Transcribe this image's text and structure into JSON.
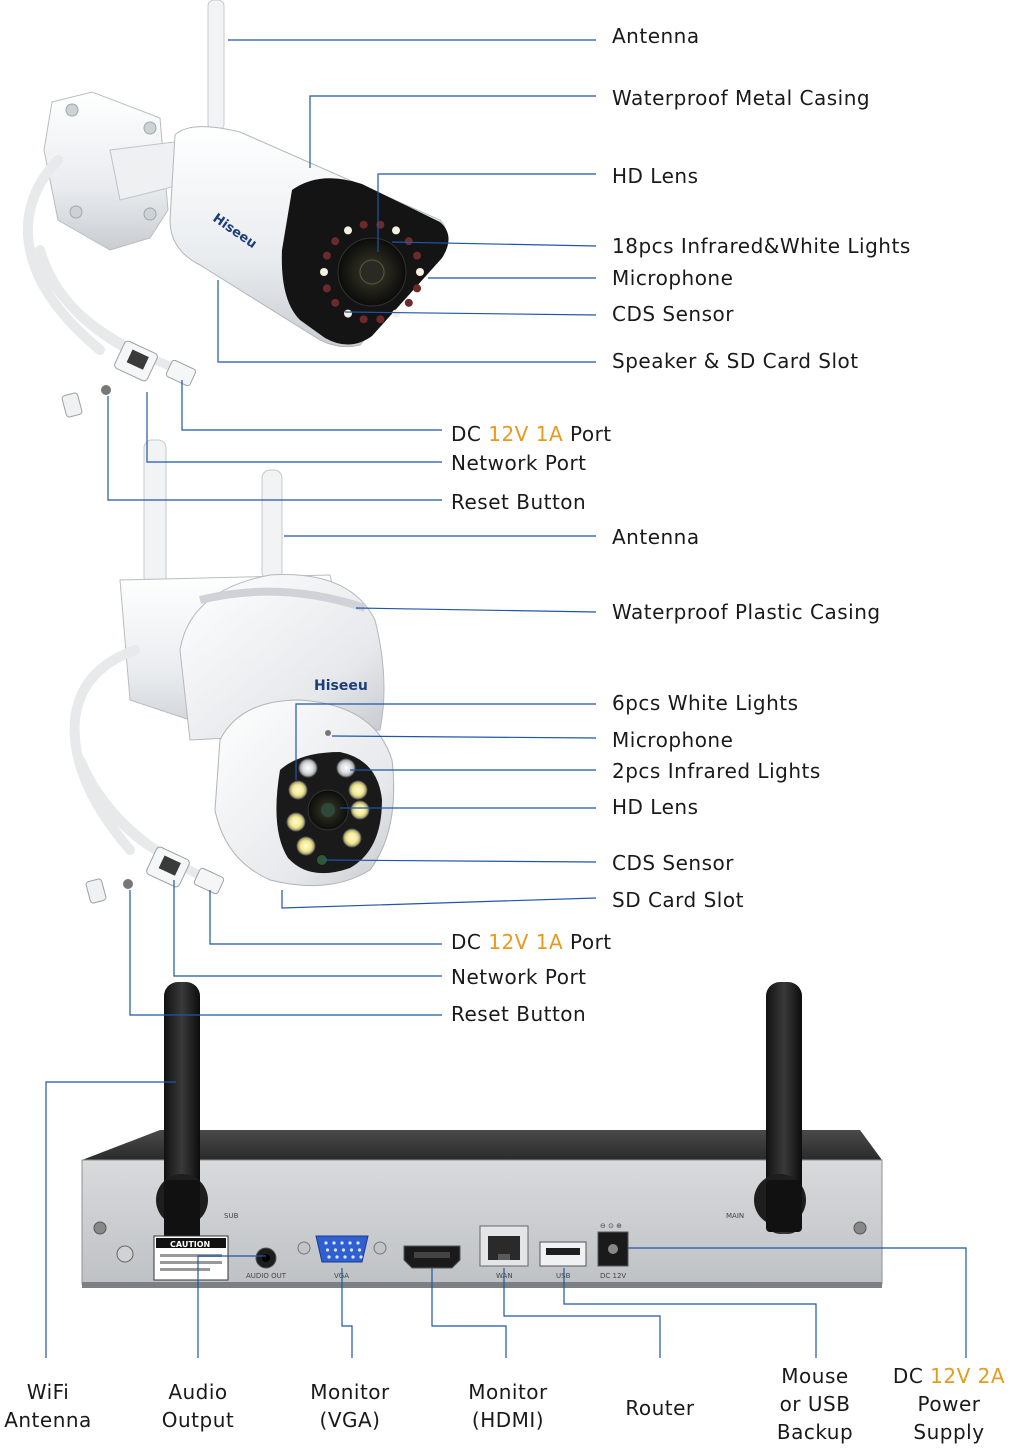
{
  "bullet_camera": {
    "brand": "Hiseeu",
    "labels": {
      "antenna": "Antenna",
      "casing": "Waterproof Metal Casing",
      "lens": "HD Lens",
      "lights": "18pcs Infrared&White Lights",
      "microphone": "Microphone",
      "cds": "CDS Sensor",
      "speaker_sd": "Speaker & SD Card Slot",
      "dc_prefix": "DC ",
      "dc_voltage": "12V",
      "dc_space": " ",
      "dc_current": "1A",
      "dc_suffix": " Port",
      "network": "Network Port",
      "reset": "Reset Button"
    }
  },
  "ptz_camera": {
    "brand": "Hiseeu",
    "labels": {
      "antenna": "Antenna",
      "casing": "Waterproof Plastic Casing",
      "white_lights": "6pcs White Lights",
      "microphone": "Microphone",
      "ir_lights": "2pcs Infrared Lights",
      "lens": "HD Lens",
      "cds": "CDS Sensor",
      "sd": "SD Card Slot",
      "dc_prefix": "DC ",
      "dc_voltage": "12V",
      "dc_space": " ",
      "dc_current": "1A",
      "dc_suffix": " Port",
      "network": "Network Port",
      "reset": "Reset Button"
    }
  },
  "nvr": {
    "panel_text": {
      "sub": "SUB",
      "main": "MAIN",
      "caution": "CAUTION",
      "audio_out": "AUDIO OUT",
      "vga": "VGA",
      "wan": "WAN",
      "usb": "USB",
      "dc": "DC 12V"
    },
    "labels": {
      "wifi_l1": "WiFi",
      "wifi_l2": "Antenna",
      "audio_l1": "Audio",
      "audio_l2": "Output",
      "vga_l1": "Monitor",
      "vga_l2": "(VGA)",
      "hdmi_l1": "Monitor",
      "hdmi_l2": "(HDMI)",
      "router": "Router",
      "usb_l1": "Mouse",
      "usb_l2": "or USB",
      "usb_l3": "Backup",
      "power_prefix": "DC ",
      "power_voltage": "12V",
      "power_space": " ",
      "power_current": "2A",
      "power_l2": "Power",
      "power_l3": "Supply"
    }
  },
  "colors": {
    "line": "#1f56a8",
    "highlight": "#e89a1c"
  }
}
